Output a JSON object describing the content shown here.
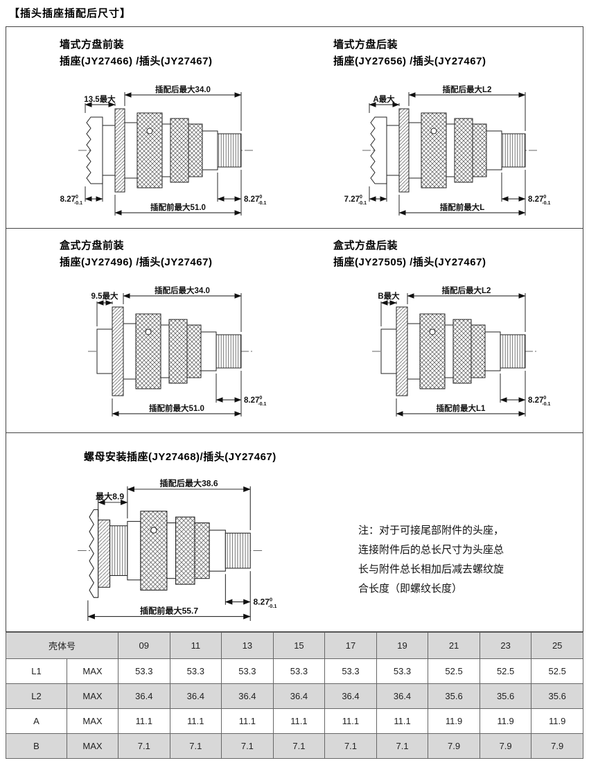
{
  "page_title": "【插头插座插配后尺寸】",
  "diagrams": {
    "wall_front": {
      "title": "墙式方盘前装",
      "subtitle": "插座(JY27466) /插头(JY27467)",
      "dim_mated": "插配后最大34.0",
      "dim_left": "13.5最大",
      "dim_bl": {
        "v": "8.27",
        "up": "0",
        "dn": "-0.1"
      },
      "dim_br": {
        "v": "8.27",
        "up": "0",
        "dn": "-0.1"
      },
      "dim_unmated": "插配前最大51.0"
    },
    "wall_rear": {
      "title": "墙式方盘后装",
      "subtitle": "插座(JY27656) /插头(JY27467)",
      "dim_mated": "插配后最大L2",
      "dim_left": "A最大",
      "dim_bl": {
        "v": "7.27",
        "up": "0",
        "dn": "-0.1"
      },
      "dim_br": {
        "v": "8.27",
        "up": "0",
        "dn": "-0.1"
      },
      "dim_unmated": "插配前最大L"
    },
    "box_front": {
      "title": "盒式方盘前装",
      "subtitle": "插座(JY27496) /插头(JY27467)",
      "dim_mated": "插配后最大34.0",
      "dim_left": "9.5最大",
      "dim_br": {
        "v": "8.27",
        "up": "0",
        "dn": "-0.1"
      },
      "dim_unmated": "插配前最大51.0"
    },
    "box_rear": {
      "title": "盒式方盘后装",
      "subtitle": "插座(JY27505) /插头(JY27467)",
      "dim_mated": "插配后最大L2",
      "dim_left": "B最大",
      "dim_br": {
        "v": "8.27",
        "up": "0",
        "dn": "-0.1"
      },
      "dim_unmated": "插配前最大L1"
    },
    "jam_nut": {
      "title": "螺母安装插座(JY27468)/插头(JY27467)",
      "dim_mated": "插配后最大38.6",
      "dim_left": "最大8.9",
      "dim_br": {
        "v": "8.27",
        "up": "0",
        "dn": "-0.1"
      },
      "dim_unmated": "插配前最大55.7"
    }
  },
  "note": "注：对于可接尾部附件的头座，连接附件后的总长尺寸为头座总长与附件总长相加后减去螺纹旋合长度（即螺纹长度）",
  "table": {
    "header_label": "壳体号",
    "sizes": [
      "09",
      "11",
      "13",
      "15",
      "17",
      "19",
      "21",
      "23",
      "25"
    ],
    "rows": [
      {
        "label": "L1",
        "sub": "MAX",
        "values": [
          "53.3",
          "53.3",
          "53.3",
          "53.3",
          "53.3",
          "53.3",
          "52.5",
          "52.5",
          "52.5"
        ]
      },
      {
        "label": "L2",
        "sub": "MAX",
        "values": [
          "36.4",
          "36.4",
          "36.4",
          "36.4",
          "36.4",
          "36.4",
          "35.6",
          "35.6",
          "35.6"
        ]
      },
      {
        "label": "A",
        "sub": "MAX",
        "values": [
          "11.1",
          "11.1",
          "11.1",
          "11.1",
          "11.1",
          "11.1",
          "11.9",
          "11.9",
          "11.9"
        ]
      },
      {
        "label": "B",
        "sub": "MAX",
        "values": [
          "7.1",
          "7.1",
          "7.1",
          "7.1",
          "7.1",
          "7.1",
          "7.9",
          "7.9",
          "7.9"
        ]
      }
    ]
  }
}
